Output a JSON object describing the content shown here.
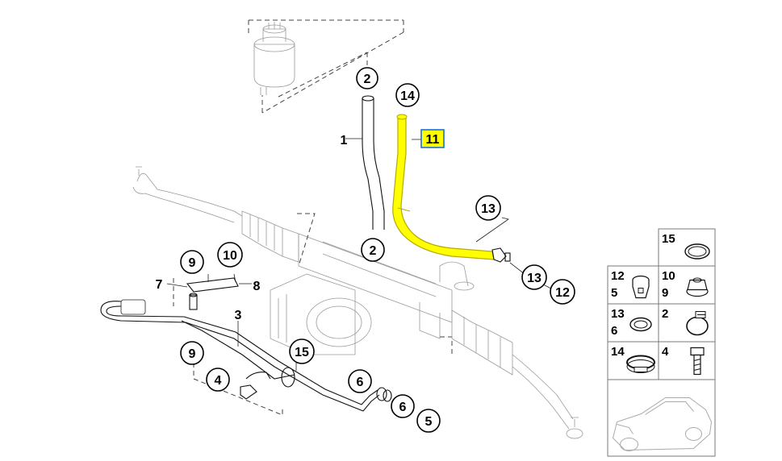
{
  "diagram": {
    "highlight_color": "#ffff00",
    "highlight_stroke": "#b8a800",
    "callouts": [
      {
        "id": "c2-top",
        "label": "2"
      },
      {
        "id": "c14",
        "label": "14"
      },
      {
        "id": "c1",
        "label": "1"
      },
      {
        "id": "c11",
        "label": "11"
      },
      {
        "id": "c13-a",
        "label": "13"
      },
      {
        "id": "c2-mid",
        "label": "2"
      },
      {
        "id": "c13-b",
        "label": "13"
      },
      {
        "id": "c12",
        "label": "12"
      },
      {
        "id": "c9-top",
        "label": "9"
      },
      {
        "id": "c10",
        "label": "10"
      },
      {
        "id": "c7",
        "label": "7"
      },
      {
        "id": "c8",
        "label": "8"
      },
      {
        "id": "c3",
        "label": "3"
      },
      {
        "id": "c9-bot",
        "label": "9"
      },
      {
        "id": "c15",
        "label": "15"
      },
      {
        "id": "c4",
        "label": "4"
      },
      {
        "id": "c6-a",
        "label": "6"
      },
      {
        "id": "c6-b",
        "label": "6"
      },
      {
        "id": "c5",
        "label": "5"
      }
    ],
    "legend": [
      {
        "id": "l15",
        "labels": [
          "15"
        ],
        "icon": "o-ring-icon"
      },
      {
        "id": "l12-5",
        "labels": [
          "12",
          "5"
        ],
        "icon": "banjo-bolt-icon"
      },
      {
        "id": "l10-9",
        "labels": [
          "10",
          "9"
        ],
        "icon": "nut-icon"
      },
      {
        "id": "l13-6",
        "labels": [
          "13",
          "6"
        ],
        "icon": "seal-ring-icon"
      },
      {
        "id": "l2",
        "labels": [
          "2"
        ],
        "icon": "worm-clamp-icon"
      },
      {
        "id": "l14",
        "labels": [
          "14"
        ],
        "icon": "hose-clamp-icon"
      },
      {
        "id": "l4",
        "labels": [
          "4"
        ],
        "icon": "bolt-icon"
      },
      {
        "id": "lcar",
        "labels": [],
        "icon": "car-silhouette-icon"
      }
    ]
  }
}
